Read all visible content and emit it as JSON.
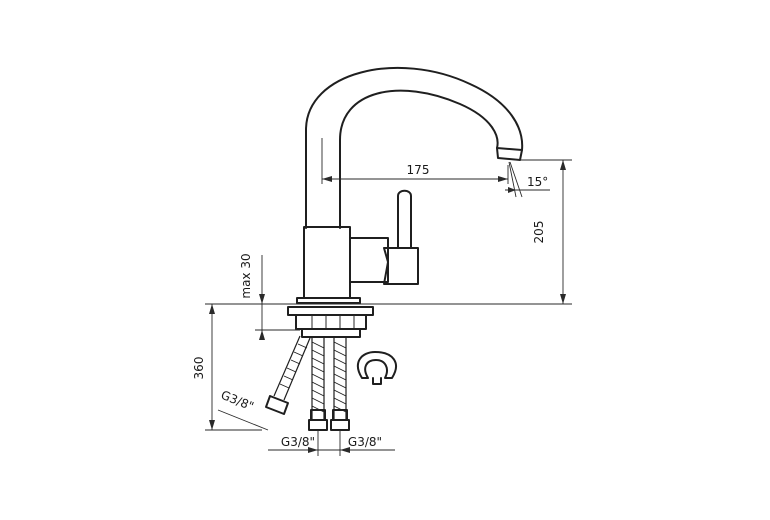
{
  "dimensions": {
    "reach": "175",
    "height": "205",
    "spout_angle": "15°",
    "max_deck_thickness": "max 30",
    "hose_length": "360",
    "hose_thread_diagonal": "G3/8\"",
    "hose_thread_left": "G3/8\"",
    "hose_thread_right": "G3/8\""
  }
}
